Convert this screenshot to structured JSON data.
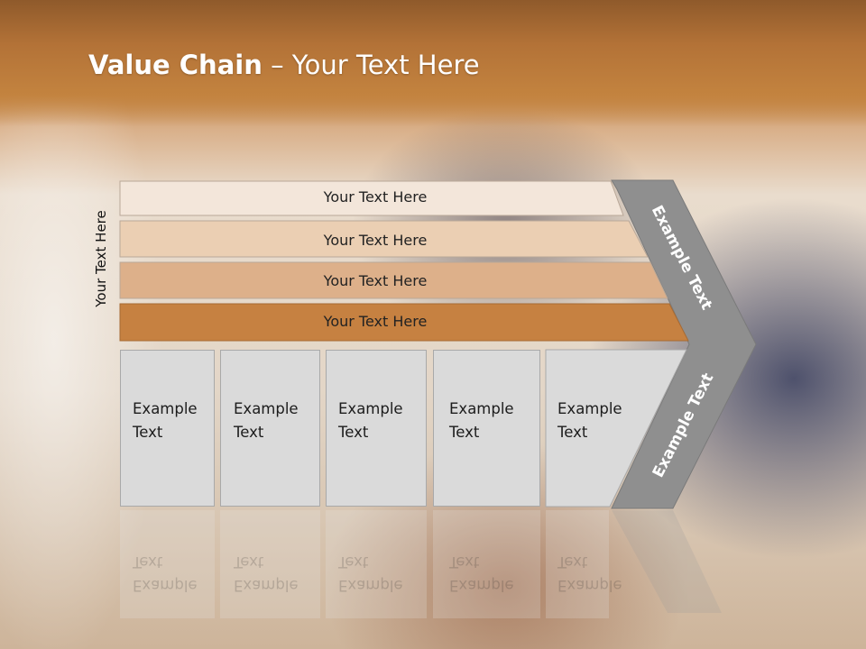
{
  "title": {
    "bold": "Value Chain",
    "rest": " – Your Text Here"
  },
  "side_label": "Your Text Here",
  "bars": [
    {
      "label": "Your Text Here",
      "color": "#f3e6da"
    },
    {
      "label": "Your Text Here",
      "color": "#ebcfb3"
    },
    {
      "label": "Your Text Here",
      "color": "#ddb08a"
    },
    {
      "label": "Your Text Here",
      "color": "#c68141"
    }
  ],
  "boxes": [
    {
      "line1": "Example",
      "line2": "Text"
    },
    {
      "line1": "Example",
      "line2": "Text"
    },
    {
      "line1": "Example",
      "line2": "Text"
    },
    {
      "line1": "Example",
      "line2": "Text"
    },
    {
      "line1": "Example",
      "line2": "Text"
    }
  ],
  "chevron": {
    "top_label": "Example Text",
    "bottom_label": "Example Text",
    "color": "#8f8f8f"
  }
}
